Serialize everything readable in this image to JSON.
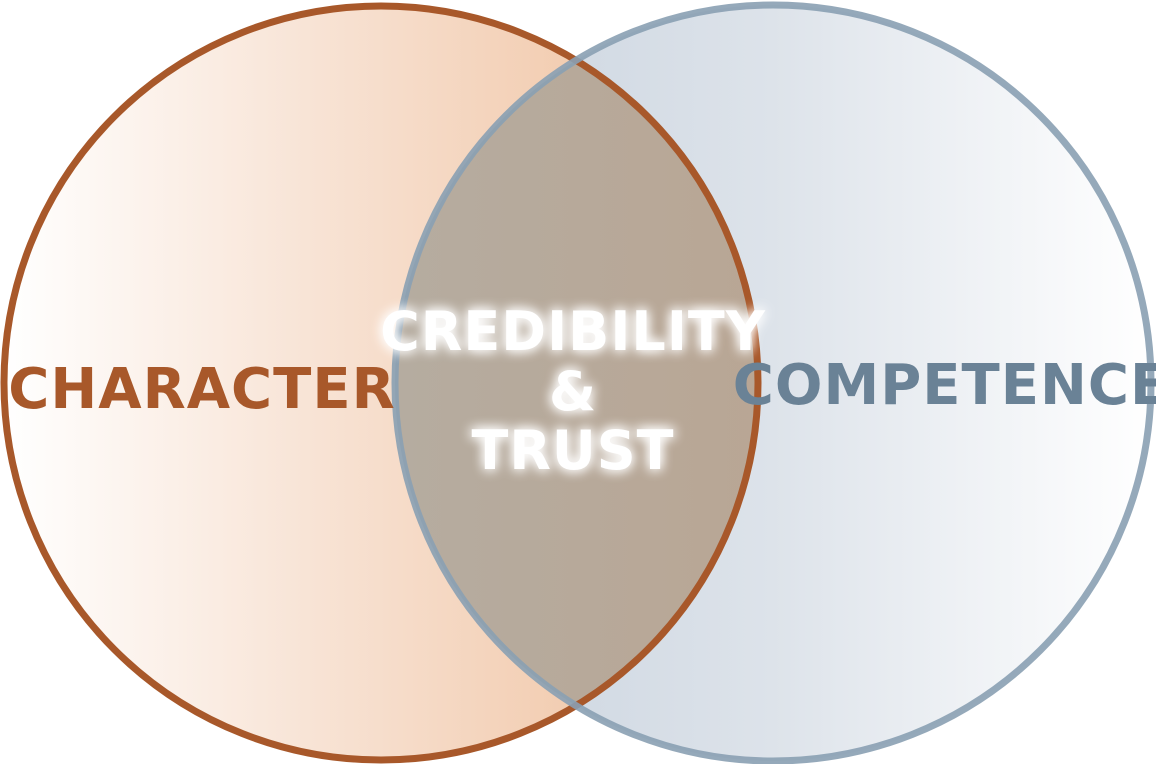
{
  "diagram": {
    "type": "venn",
    "left_set": {
      "label": "CHARACTER",
      "color": "#a8582a"
    },
    "right_set": {
      "label": "COMPETENCE",
      "color": "#8aa0b2"
    },
    "intersection": {
      "line1": "CREDIBILITY",
      "line2": "&",
      "line3": "TRUST"
    }
  }
}
